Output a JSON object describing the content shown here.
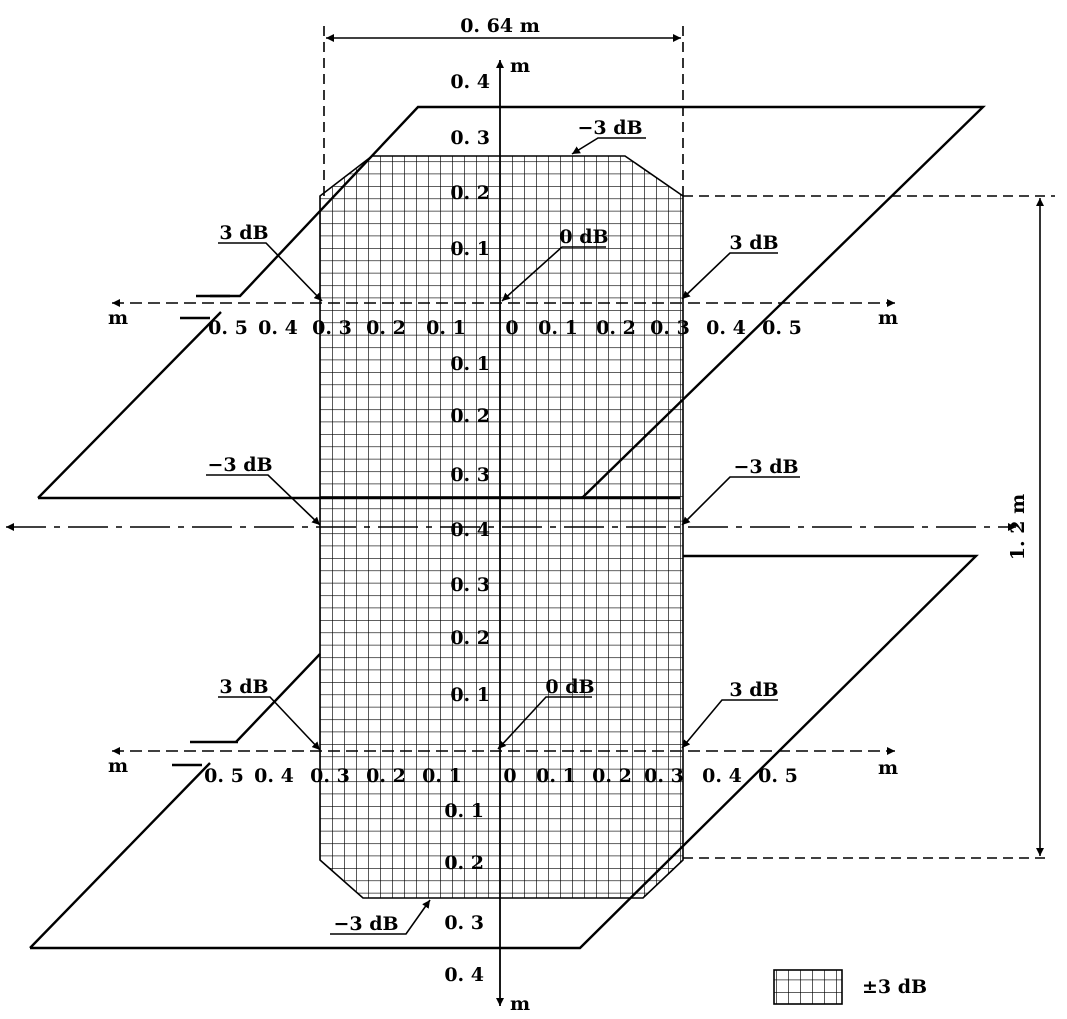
{
  "dimensions": {
    "width_label": "0. 64 m",
    "height_label": "1. 2 m"
  },
  "axis_unit": "m",
  "x_tick_labels": [
    "0. 5",
    "0. 4",
    "0. 3",
    "0. 2",
    "0. 1",
    "0",
    "0. 1",
    "0. 2",
    "0. 3",
    "0. 4",
    "0. 5"
  ],
  "upper_plane": {
    "y_up_labels": [
      "0. 4",
      "0. 3",
      "0. 2",
      "0. 1"
    ],
    "y_down_labels": [
      "0. 1",
      "0. 2",
      "0. 3"
    ]
  },
  "middle_label": "0. 4",
  "lower_plane": {
    "y_up_labels": [
      "0. 3",
      "0. 2",
      "0. 1"
    ],
    "y_down_labels": [
      "0. 1",
      "0. 2",
      "0. 3",
      "0. 4"
    ]
  },
  "annotations": {
    "plus3": "3 dB",
    "minus3": "−3 dB",
    "zero": "0 dB"
  },
  "legend": {
    "label": "±3 dB"
  },
  "colors": {
    "line": "#000000",
    "background": "#ffffff"
  }
}
